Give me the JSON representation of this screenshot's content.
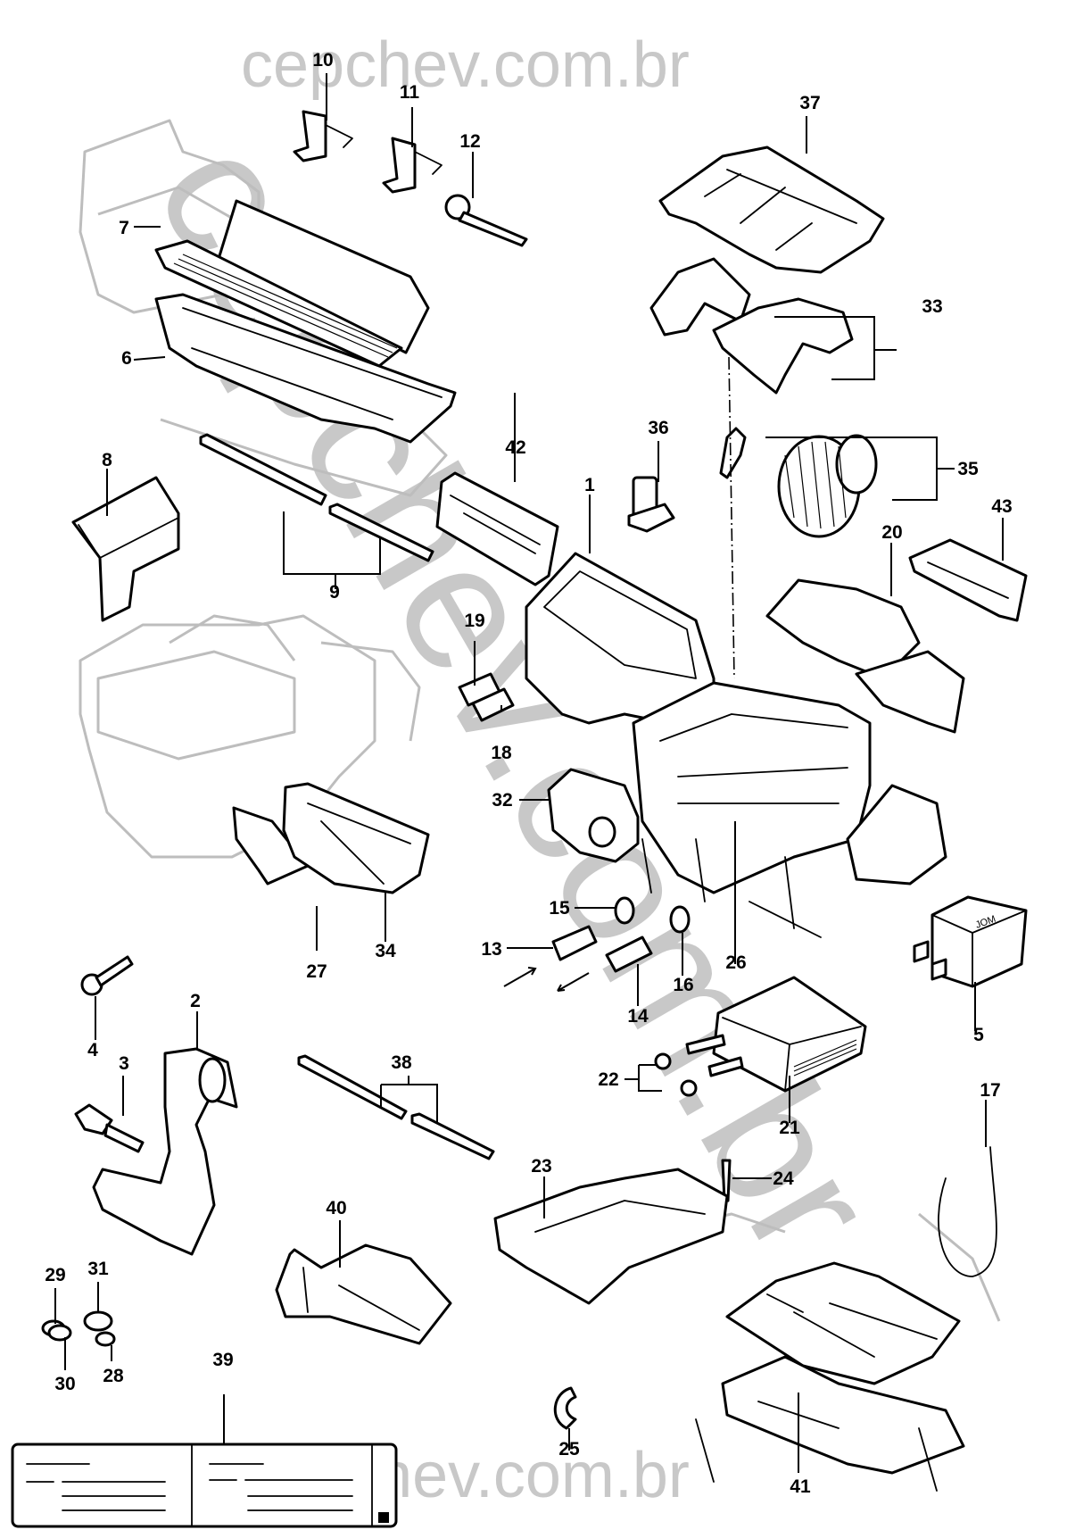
{
  "diagram": {
    "title": "HVAC module exploded parts view",
    "watermark": {
      "top": "cepchev.com.br",
      "bottom": "cepchev.com.br",
      "diagonal": "cepchev.com.br"
    },
    "callouts": [
      {
        "id": "1",
        "label": "1",
        "part": "hvac-housing-upper"
      },
      {
        "id": "2",
        "label": "2",
        "part": "drain-hose"
      },
      {
        "id": "3",
        "label": "3",
        "part": "push-clip"
      },
      {
        "id": "4",
        "label": "4",
        "part": "bolt"
      },
      {
        "id": "5",
        "label": "5",
        "part": "relay"
      },
      {
        "id": "6",
        "label": "6",
        "part": "filter-housing"
      },
      {
        "id": "7",
        "label": "7",
        "part": "cabin-air-filter"
      },
      {
        "id": "8",
        "label": "8",
        "part": "duct-cover"
      },
      {
        "id": "9",
        "label": "9",
        "part": "seal-strips"
      },
      {
        "id": "10",
        "label": "10",
        "part": "bracket-left"
      },
      {
        "id": "11",
        "label": "11",
        "part": "bracket-right"
      },
      {
        "id": "12",
        "label": "12",
        "part": "screw"
      },
      {
        "id": "13",
        "label": "13",
        "part": "hose-inlet"
      },
      {
        "id": "14",
        "label": "14",
        "part": "hose-outlet"
      },
      {
        "id": "15",
        "label": "15",
        "part": "hose-clamp"
      },
      {
        "id": "16",
        "label": "16",
        "part": "hose-clamp"
      },
      {
        "id": "17",
        "label": "17",
        "part": "cable-tie"
      },
      {
        "id": "18",
        "label": "18",
        "part": "sleeve"
      },
      {
        "id": "19",
        "label": "19",
        "part": "sleeve"
      },
      {
        "id": "20",
        "label": "20",
        "part": "air-duct"
      },
      {
        "id": "21",
        "label": "21",
        "part": "heater-core"
      },
      {
        "id": "22",
        "label": "22",
        "part": "grommets"
      },
      {
        "id": "23",
        "label": "23",
        "part": "lower-cover"
      },
      {
        "id": "24",
        "label": "24",
        "part": "screw"
      },
      {
        "id": "25",
        "label": "25",
        "part": "clip"
      },
      {
        "id": "26",
        "label": "26",
        "part": "evaporator"
      },
      {
        "id": "27",
        "label": "27",
        "part": "tray"
      },
      {
        "id": "28",
        "label": "28",
        "part": "o-ring"
      },
      {
        "id": "29",
        "label": "29",
        "part": "o-ring"
      },
      {
        "id": "30",
        "label": "30",
        "part": "o-ring"
      },
      {
        "id": "31",
        "label": "31",
        "part": "o-ring"
      },
      {
        "id": "32",
        "label": "32",
        "part": "actuator"
      },
      {
        "id": "33",
        "label": "33",
        "part": "blower-housing"
      },
      {
        "id": "34",
        "label": "34",
        "part": "flap-assembly"
      },
      {
        "id": "35",
        "label": "35",
        "part": "blower-motor"
      },
      {
        "id": "36",
        "label": "36",
        "part": "resistor"
      },
      {
        "id": "37",
        "label": "37",
        "part": "cover"
      },
      {
        "id": "38",
        "label": "38",
        "part": "seal-strips"
      },
      {
        "id": "39",
        "label": "39",
        "part": "label"
      },
      {
        "id": "40",
        "label": "40",
        "part": "bracket"
      },
      {
        "id": "41",
        "label": "41",
        "part": "module-cover"
      },
      {
        "id": "42",
        "label": "42",
        "part": "outlet-frame"
      },
      {
        "id": "43",
        "label": "43",
        "part": "outlet-frame"
      }
    ],
    "relay_marking": "JOM"
  }
}
